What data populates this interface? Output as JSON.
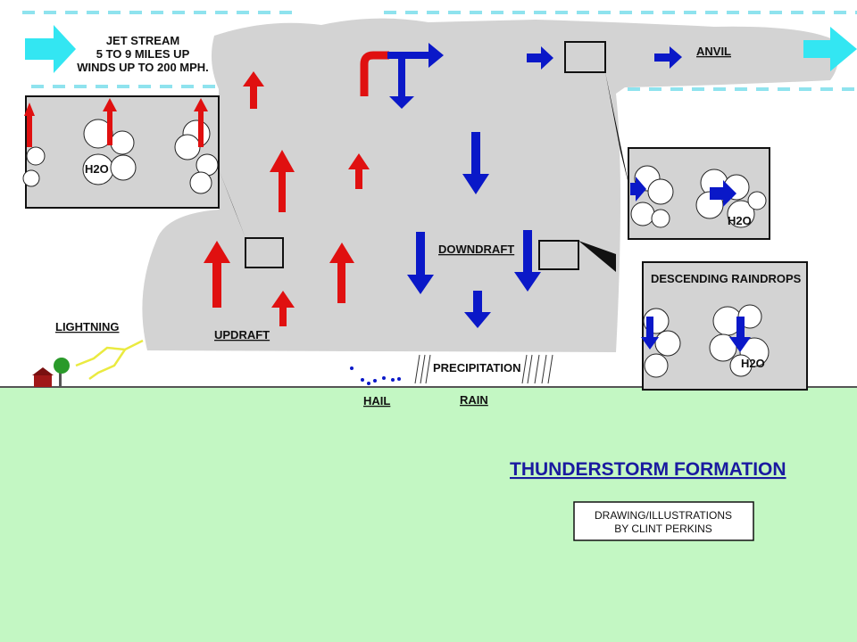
{
  "jet_stream": {
    "line1": "JET STREAM",
    "line2": "5 TO 9 MILES UP",
    "line3": "WINDS UP TO 200 MPH."
  },
  "labels": {
    "anvil": "ANVIL",
    "downdraft": "DOWNDRAFT",
    "updraft": "UPDRAFT",
    "lightning": "LIGHTNING",
    "precipitation": "PRECIPITATION",
    "hail": "HAIL",
    "rain": "RAIN",
    "descending_raindrops": "DESCENDING RAINDROPS",
    "h2o": "H2O"
  },
  "title": "THUNDERSTORM FORMATION",
  "credit": {
    "line1": "DRAWING/ILLUSTRATIONS",
    "line2": "BY CLINT PERKINS"
  },
  "colors": {
    "ground": "#c3f7c3",
    "cloud": "#d3d3d3",
    "updraft": "#e01010",
    "downdraft": "#0a18c8",
    "jet": "#33e6f2",
    "title": "#1a1aa0"
  }
}
